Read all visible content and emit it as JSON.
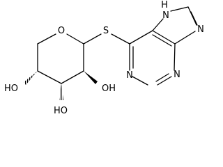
{
  "molecule": {
    "atom_labels": {
      "ring_oxygen": "O",
      "sulfur": "S",
      "nh": "H",
      "n7": "N",
      "n9": "N",
      "n3": "N",
      "n1": "N",
      "oh1": "HO",
      "oh2": "OH",
      "oh3": "HO"
    }
  }
}
